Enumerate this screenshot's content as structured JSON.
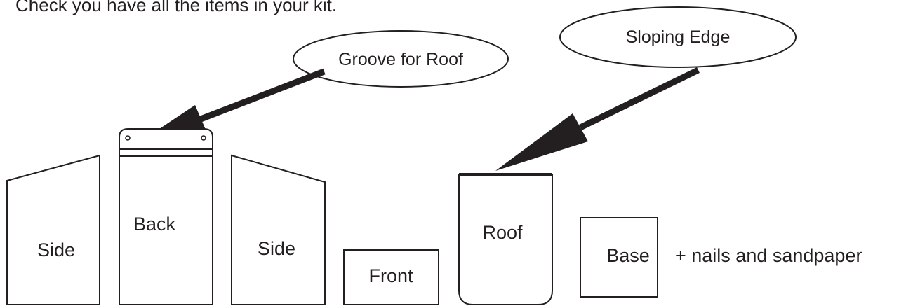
{
  "instruction": "Check you have all the items in your kit.",
  "callouts": {
    "groove": "Groove for Roof",
    "sloping": "Sloping Edge"
  },
  "pieces": {
    "side_left": "Side",
    "back": "Back",
    "side_right": "Side",
    "front": "Front",
    "roof": "Roof",
    "base": "Base"
  },
  "extras": "+ nails and sandpaper",
  "colors": {
    "ink": "#231f20",
    "background": "#ffffff"
  }
}
